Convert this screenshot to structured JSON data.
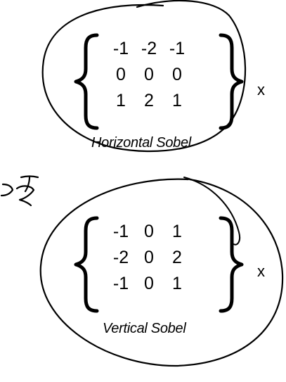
{
  "horizontal": {
    "rows": [
      [
        "-1",
        "-2",
        "-1"
      ],
      [
        "0",
        "0",
        "0"
      ],
      [
        "1",
        "2",
        "1"
      ]
    ],
    "x_label": "x",
    "caption": "Horizontal Sobel"
  },
  "vertical": {
    "rows": [
      [
        "-1",
        "0",
        "1"
      ],
      [
        "-2",
        "0",
        "2"
      ],
      [
        "-1",
        "0",
        "1"
      ]
    ],
    "x_label": "x",
    "caption": "Vertical Sobel"
  },
  "ink_color": "#000000"
}
